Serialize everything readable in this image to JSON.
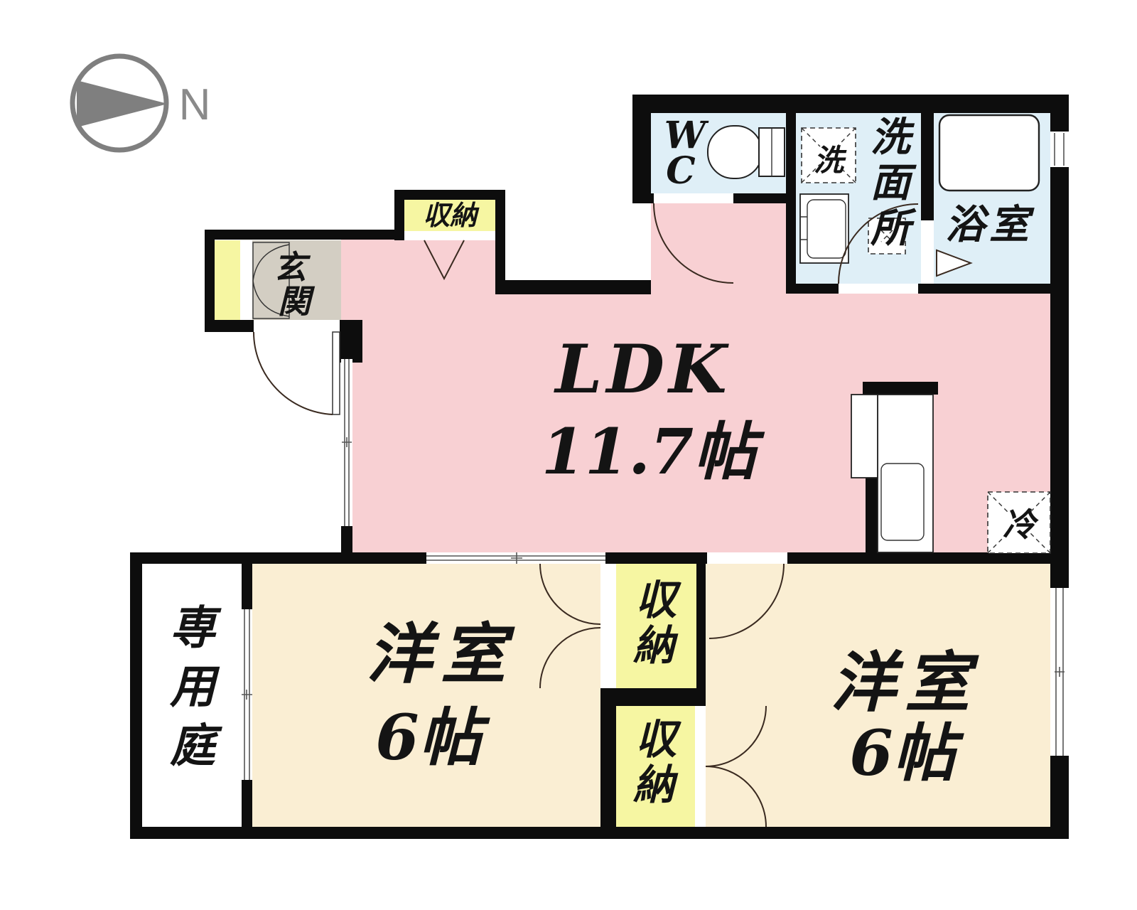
{
  "compass": {
    "north_label": "N"
  },
  "rooms": {
    "ldk": {
      "label": "LDK",
      "area": "11.7帖"
    },
    "bedroom_west": {
      "label": "洋室",
      "area": "6帖"
    },
    "bedroom_east": {
      "label": "洋室",
      "area": "6帖"
    },
    "entrance": {
      "label_chars": [
        "玄",
        "関"
      ]
    },
    "toilet": {
      "label_chars": [
        "W",
        "C"
      ]
    },
    "washroom": {
      "label_chars": [
        "洗",
        "面",
        "所"
      ],
      "washer_label": "洗"
    },
    "bathroom": {
      "label": "浴室"
    },
    "hall_closet": {
      "label": "収納"
    },
    "closet_west": {
      "label_chars": [
        "収",
        "納"
      ]
    },
    "closet_east": {
      "label_chars": [
        "収",
        "納"
      ]
    },
    "private_garden": {
      "label_chars": [
        "専",
        "用",
        "庭"
      ]
    },
    "refrigerator_space": {
      "label": "冷"
    }
  },
  "colors": {
    "ldk_fill": "#f8d0d3",
    "bedroom_fill": "#faeed3",
    "closet_fill": "#f6f6a2",
    "wet_area_fill": "#dfeff7",
    "entrance_fill": "#d3cec3",
    "garden_fill": "#ffffff",
    "wall": "#0d0d0d",
    "door_line": "#3a2a20",
    "compass_gray": "#7f7f7f"
  }
}
